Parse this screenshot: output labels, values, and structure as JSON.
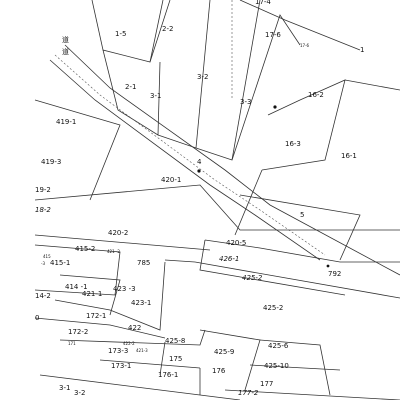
{
  "map": {
    "colors": {
      "line": "#333333",
      "text": "#111111",
      "paper": "#ffffff"
    },
    "vertical_text": {
      "char1": "道",
      "char2": "道"
    },
    "labels": {
      "p17_4": "17-4",
      "p1_5": "1-5",
      "p2_2": "2-2",
      "p17_6": "17-6",
      "p17_6b": "17-6",
      "p1": "1",
      "p2_1": "2-1",
      "p3_2": "3-2",
      "p3_1": "3-1",
      "p3_3": "3-3",
      "p16_2": "16-2",
      "p419_1": "419-1",
      "p16_3": "16-3",
      "p16_1": "16-1",
      "p4": "4",
      "p419_3": "419-3",
      "p420_1": "420-1",
      "p19_2": "19-2",
      "p18_2": "18-2",
      "p5": "5",
      "p420_2": "420-2",
      "p420_5": "420-5",
      "p415_2": "415-2",
      "p421_2": "421\n-2",
      "p426_1": "426-1",
      "p415": "415",
      "p415_1": "415-1",
      "p785": "785",
      "p425_2_road": "425-2",
      "p792": "792",
      "p3_small": "-3",
      "p414_1": "414\n-1",
      "p421_1": "421-1",
      "p423_3": "423\n-3",
      "p14_2": "14-2",
      "p423_1": "423-1",
      "p425_2": "425-2",
      "p172_1": "172-1",
      "p0": "0",
      "p422": "422",
      "p172_2": "172-2",
      "p425_8": "425-8",
      "p425_6": "425-6",
      "p171": "171",
      "p173_3": "173-3",
      "p425_9": "425-9",
      "p175": "175",
      "p173_1": "173-1",
      "p425_10": "425-10",
      "p176_1": "176-1",
      "p176": "176",
      "p177": "177",
      "p3_1b": "3-1",
      "p3_2b": "3-2",
      "p177_2": "177-2",
      "p421_3": "421-3",
      "p422_2": "422-2"
    }
  }
}
